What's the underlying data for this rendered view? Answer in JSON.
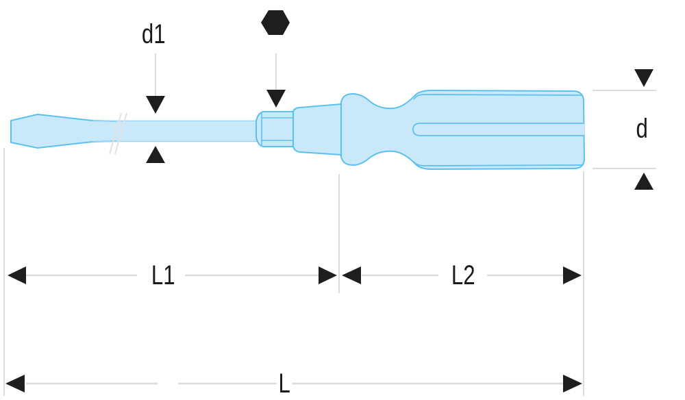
{
  "diagram": {
    "subject": "Slotted screwdriver dimension drawing",
    "labels": {
      "blade_diameter": "d1",
      "handle_diameter": "d",
      "blade_length": "L1",
      "handle_length": "L2",
      "total_length": "L"
    },
    "icons": {
      "hex_bolster": "hexagon-icon"
    },
    "colors": {
      "body_fill": "#c9e9fb",
      "body_stroke": "#5cc0ef",
      "dimension_line": "#d9d9d9",
      "arrow": "#1e1e1e",
      "text": "#1a1a1a",
      "background": "#ffffff"
    }
  }
}
